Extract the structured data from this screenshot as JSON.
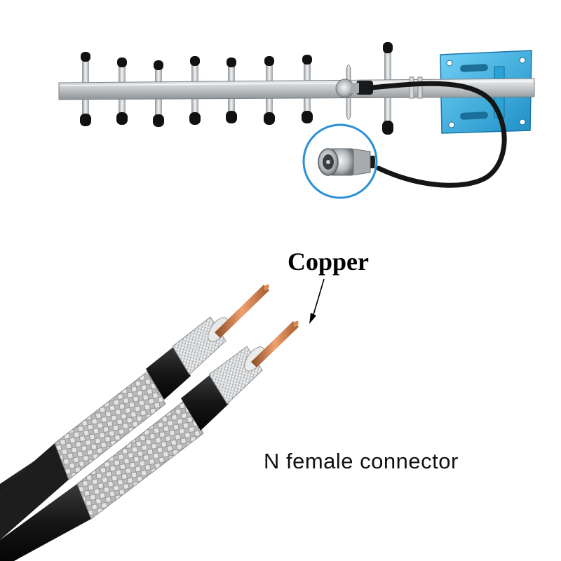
{
  "labels": {
    "copper": "Copper",
    "connector": "N female connector"
  },
  "colors": {
    "background": "#ffffff",
    "boom": "#c9cdd1",
    "element_cap": "#111111",
    "mount_plate": "#3fb6e6",
    "zoom_ring": "#2a8fd6",
    "cable_jacket": "#1b1b1b",
    "copper": "#c8703c",
    "braid": "#bfbfbf"
  },
  "icons": {
    "antenna": "yagi-antenna",
    "connector": "n-female-connector-closeup",
    "cable": "coaxial-cable-cutaway"
  }
}
